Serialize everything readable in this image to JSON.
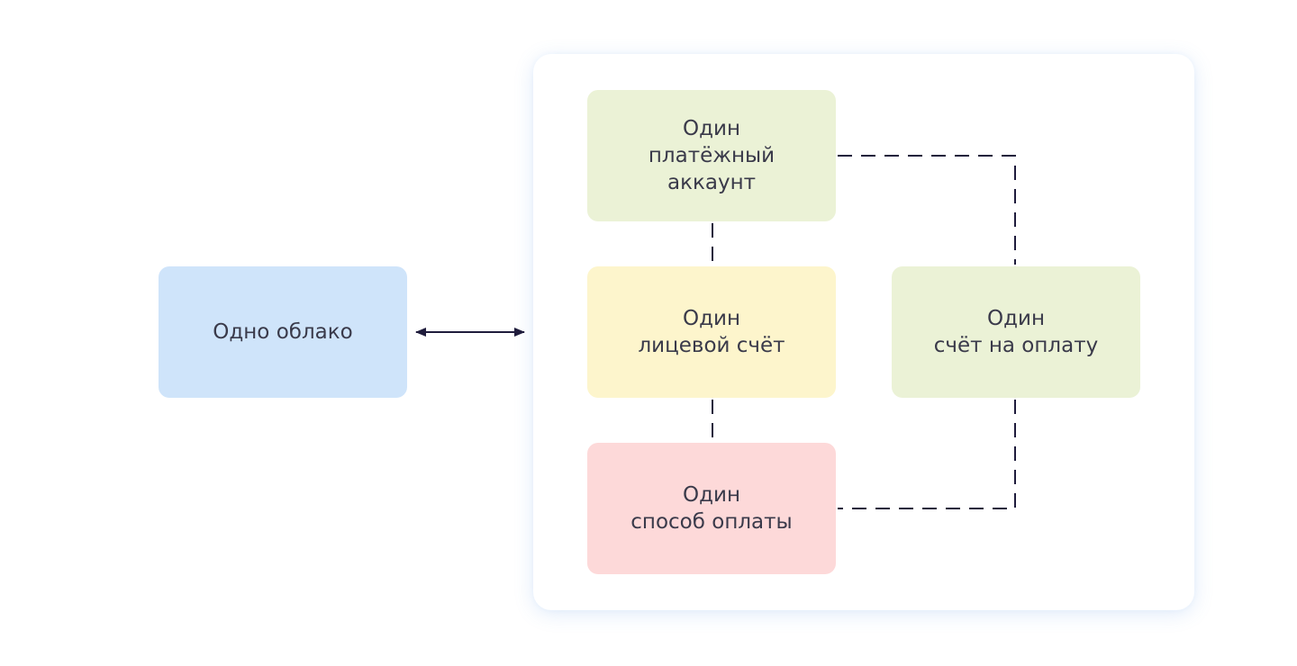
{
  "nodes": {
    "cloud": {
      "lines": [
        "Одно облако"
      ],
      "color": "#cfe4fa"
    },
    "payment_account": {
      "lines": [
        "Один",
        "платёжный",
        "аккаунт"
      ],
      "color": "#ebf2d6"
    },
    "personal_account": {
      "lines": [
        "Один",
        "лицевой счёт"
      ],
      "color": "#fdf5cc"
    },
    "invoice": {
      "lines": [
        "Один",
        "счёт на оплату"
      ],
      "color": "#ebf2d6"
    },
    "payment_method": {
      "lines": [
        "Один",
        "способ оплаты"
      ],
      "color": "#fdd9d9"
    }
  },
  "connectors": {
    "arrow_color": "#1f1c3c",
    "dash_color": "#1f1c3c"
  }
}
